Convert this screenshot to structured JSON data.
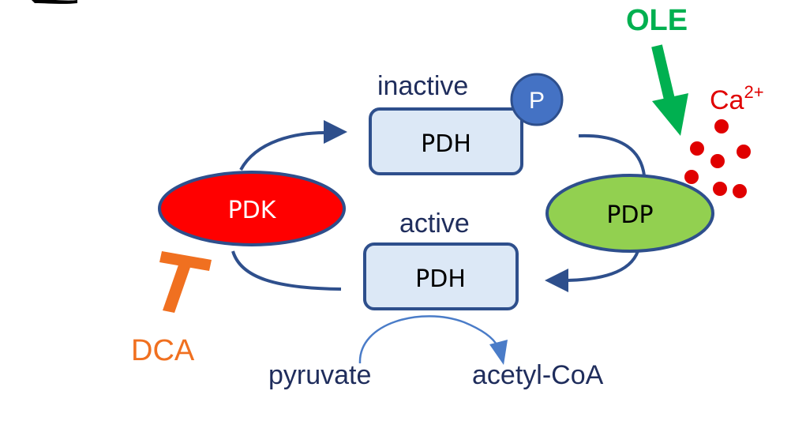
{
  "diagram": {
    "states": {
      "inactive_label": "inactive",
      "active_label": "active",
      "pdh_inactive": "PDH",
      "pdh_active": "PDH",
      "phospho": "P"
    },
    "enzymes": {
      "kinase": "PDK",
      "phosphatase": "PDP"
    },
    "modulators": {
      "activator": "OLE",
      "ion_base": "Ca",
      "ion_charge": "2+",
      "inhibitor": "DCA"
    },
    "reaction": {
      "substrate": "pyruvate",
      "product": "acetyl-CoA"
    }
  },
  "colors": {
    "navy": "#2e4f8c",
    "label_navy": "#1f2d5c",
    "box_fill": "#dce8f6",
    "pdk_red": "#ff0000",
    "pdp_green": "#92d050",
    "phospho_blue": "#4472c4",
    "ole_green": "#00b050",
    "dca_orange": "#f07020",
    "ca_red": "#e00000",
    "reaction_blue": "#4a7cc8"
  }
}
